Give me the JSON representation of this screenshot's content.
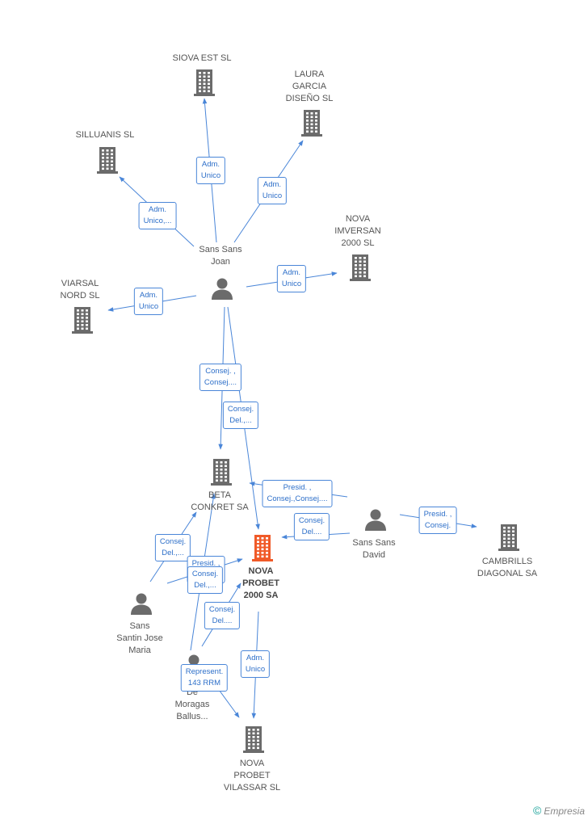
{
  "colors": {
    "edge": "#4a86d8",
    "building": "#6b6b6b",
    "building_main": "#f05a28",
    "person": "#6b6b6b",
    "text": "#555555"
  },
  "nodes": [
    {
      "id": "siova",
      "type": "company",
      "label": "SIOVA EST SL"
    },
    {
      "id": "laura",
      "type": "company",
      "label": "LAURA\nGARCIA\nDISEÑO SL"
    },
    {
      "id": "silluanis",
      "type": "company",
      "label": "SILLUANIS SL"
    },
    {
      "id": "nova_imversan",
      "type": "company",
      "label": "NOVA\nIMVERSAN\n2000 SL"
    },
    {
      "id": "viarsal",
      "type": "company",
      "label": "VIARSAL\nNORD SL"
    },
    {
      "id": "sans_joan",
      "type": "person",
      "label": "Sans Sans\nJoan"
    },
    {
      "id": "beta",
      "type": "company",
      "label": "BETA\nCONKRET SA"
    },
    {
      "id": "nova_probet",
      "type": "company",
      "main": true,
      "label": "NOVA\nPROBET\n2000 SA"
    },
    {
      "id": "sans_david",
      "type": "person",
      "label": "Sans Sans\nDavid"
    },
    {
      "id": "cambrills",
      "type": "company",
      "label": "CAMBRILLS\nDIAGONAL SA"
    },
    {
      "id": "santin",
      "type": "person",
      "label": "Sans\nSantin Jose\nMaria"
    },
    {
      "id": "moragas",
      "type": "person",
      "label": "De\nMoragas\nBallus..."
    },
    {
      "id": "nova_vilassar",
      "type": "company",
      "label": "NOVA\nPROBET\nVILASSAR SL"
    }
  ],
  "edges": [
    {
      "from": "sans_joan",
      "to": "siova",
      "label": "Adm.\nUnico"
    },
    {
      "from": "sans_joan",
      "to": "laura",
      "label": "Adm.\nUnico"
    },
    {
      "from": "sans_joan",
      "to": "silluanis",
      "label": "Adm.\nUnico,..."
    },
    {
      "from": "sans_joan",
      "to": "nova_imversan",
      "label": "Adm.\nUnico"
    },
    {
      "from": "sans_joan",
      "to": "viarsal",
      "label": "Adm.\nUnico"
    },
    {
      "from": "sans_joan",
      "to": "beta",
      "label": "Consej. ,\nConsej...."
    },
    {
      "from": "sans_joan",
      "to": "nova_probet",
      "label": "Consej.\nDel.,..."
    },
    {
      "from": "sans_david",
      "to": "beta",
      "label": "Presid. ,\nConsej.,Consej...."
    },
    {
      "from": "sans_david",
      "to": "nova_probet",
      "label": "Consej.\nDel...."
    },
    {
      "from": "sans_david",
      "to": "cambrills",
      "label": "Presid. ,\nConsej."
    },
    {
      "from": "santin",
      "to": "beta",
      "label": "Consej.\nDel.,..."
    },
    {
      "from": "santin",
      "to": "nova_probet",
      "label": "Presid. ,\nConsej."
    },
    {
      "from": "moragas",
      "to": "beta",
      "label": "Consej.\nDel.,..."
    },
    {
      "from": "moragas",
      "to": "nova_probet",
      "label": "Consej.\nDel...."
    },
    {
      "from": "moragas",
      "to": "nova_vilassar",
      "label": "Represent.\n143 RRM"
    },
    {
      "from": "nova_probet",
      "to": "nova_vilassar",
      "label": "Adm.\nUnico"
    }
  ],
  "footer": {
    "copyright": "©",
    "brand": "Empresia"
  }
}
